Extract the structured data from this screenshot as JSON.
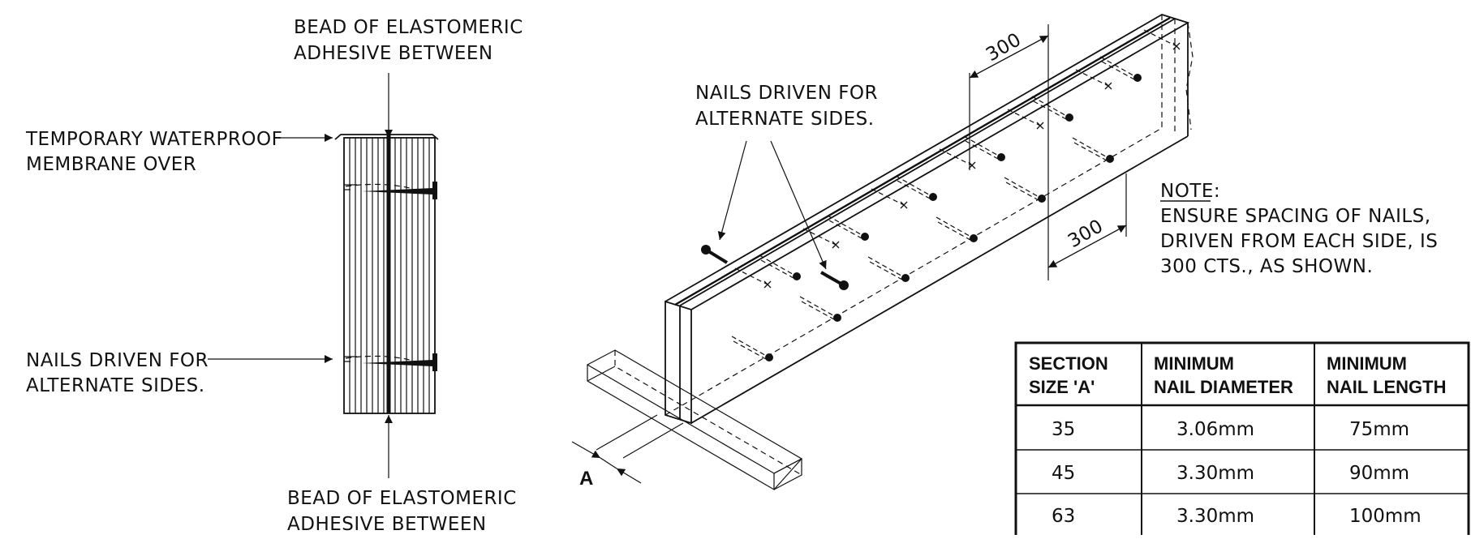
{
  "labels": {
    "bead_top_1": "BEAD OF ELASTOMERIC",
    "bead_top_2": "ADHESIVE BETWEEN",
    "membrane_1": "TEMPORARY WATERPROOF",
    "membrane_2": "MEMBRANE OVER",
    "nails_left_1": "NAILS DRIVEN FOR",
    "nails_left_2": "ALTERNATE SIDES.",
    "bead_bottom_1": "BEAD OF ELASTOMERIC",
    "bead_bottom_2": "ADHESIVE BETWEEN",
    "nails_iso_1": "NAILS DRIVEN FOR",
    "nails_iso_2": "ALTERNATE SIDES.",
    "note_title": "NOTE:",
    "note_1": "ENSURE SPACING OF NAILS,",
    "note_2": "DRIVEN FROM EACH SIDE, IS",
    "note_3": "300 CTS., AS SHOWN.",
    "dim_300_top": "300",
    "dim_300_bottom": "300",
    "dim_a": "A"
  },
  "table": {
    "headers": [
      [
        "SECTION",
        "SIZE 'A'"
      ],
      [
        "MINIMUM",
        "NAIL DIAMETER"
      ],
      [
        "MINIMUM",
        "NAIL LENGTH"
      ]
    ],
    "rows": [
      [
        "35",
        "3.06mm",
        "75mm"
      ],
      [
        "45",
        "3.30mm",
        "90mm"
      ],
      [
        "63",
        "3.30mm",
        "100mm"
      ]
    ]
  }
}
